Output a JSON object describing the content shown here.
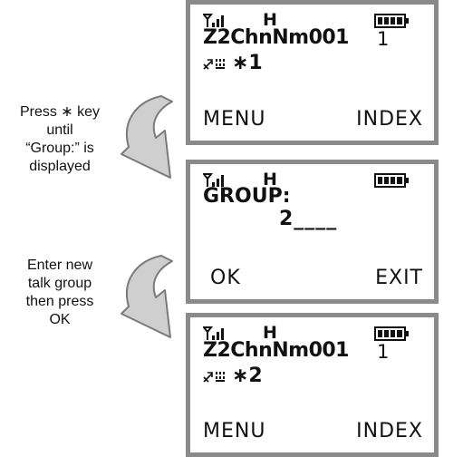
{
  "captions": {
    "step1": "Press ∗ key\nuntil\n“Group:” is\ndisplayed",
    "step2": "Enter new\ntalk group\nthen press\nOK"
  },
  "screen1": {
    "band": "H",
    "channel_name": "Z2ChnNm001",
    "channel_number": "1",
    "talkgroup": "∗1",
    "soft_left": "MENU",
    "soft_right": "INDEX"
  },
  "screen2": {
    "band": "H",
    "group_label": "GROUP:",
    "group_entry": "2____",
    "soft_left": "OK",
    "soft_right": "EXIT"
  },
  "screen3": {
    "band": "H",
    "channel_name": "Z2ChnNm001",
    "channel_number": "1",
    "talkgroup": "∗2",
    "soft_left": "MENU",
    "soft_right": "INDEX"
  },
  "icons": {
    "signal": "signal-strength-icon",
    "battery": "battery-full-icon",
    "status": "scan-status-icon",
    "arrow": "curved-arrow-icon"
  },
  "colors": {
    "arrow_fill": "#cfcfcf",
    "arrow_stroke": "#7a7a7a",
    "screen_border": "#8a8a8a"
  }
}
